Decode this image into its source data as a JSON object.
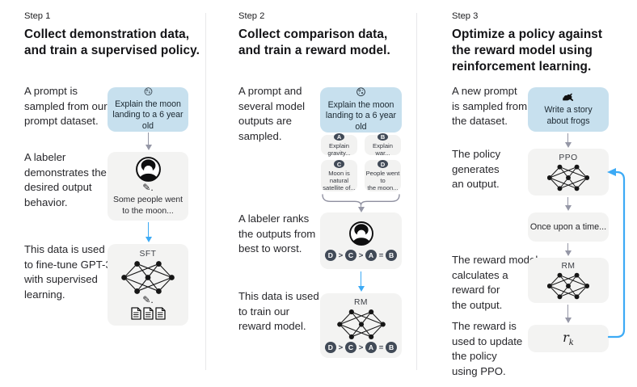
{
  "colors": {
    "prompt_box_blue": "#c7e0ee",
    "box_gray": "#f3f3f2",
    "arrow_blue": "#3caaf5",
    "arrow_gray": "#9597a6",
    "badge_dark": "#414a57"
  },
  "icons": {
    "pencil_glyph": "✎."
  },
  "step1": {
    "step_label": "Step 1",
    "heading": "Collect demonstration data,\nand train a supervised policy.",
    "p1": "A prompt is\nsampled from our\nprompt dataset.",
    "p2": "A labeler\ndemonstrates the\ndesired output\nbehavior.",
    "p3": "This data is used\nto fine-tune GPT-3\nwith supervised\nlearning.",
    "prompt_box": "Explain the moon\nlanding to a 6 year old",
    "labeler_output": "Some people went\nto the moon...",
    "model_label": "SFT"
  },
  "step2": {
    "step_label": "Step 2",
    "heading": "Collect comparison data,\nand train a reward model.",
    "p1": "A prompt and\nseveral model\noutputs are\nsampled.",
    "p2": "A labeler ranks\nthe outputs from\nbest to worst.",
    "p3": "This data is used\nto train our\nreward model.",
    "prompt_box": "Explain the moon\nlanding to a 6 year old",
    "outputs": [
      {
        "letter": "A",
        "text": "Explain gravity..."
      },
      {
        "letter": "B",
        "text": "Explain war..."
      },
      {
        "letter": "C",
        "text": "Moon is natural\nsatellite of..."
      },
      {
        "letter": "D",
        "text": "People went to\nthe moon..."
      }
    ],
    "ranking": [
      "D",
      ">",
      "C",
      ">",
      "A",
      "=",
      "B"
    ],
    "model_label": "RM"
  },
  "step3": {
    "step_label": "Step 3",
    "heading": "Optimize a policy against\nthe reward model using\nreinforcement learning.",
    "p1": "A new prompt\nis sampled from\nthe dataset.",
    "p2": "The policy\ngenerates\nan output.",
    "p3": "The reward model\ncalculates a\nreward for\nthe output.",
    "p4": "The reward is\nused to update\nthe policy\nusing PPO.",
    "prompt_box": "Write a story\nabout frogs",
    "policy_label": "PPO",
    "output_box": "Once upon a time...",
    "rm_label": "RM",
    "reward_label": "r",
    "reward_sub": "k"
  }
}
